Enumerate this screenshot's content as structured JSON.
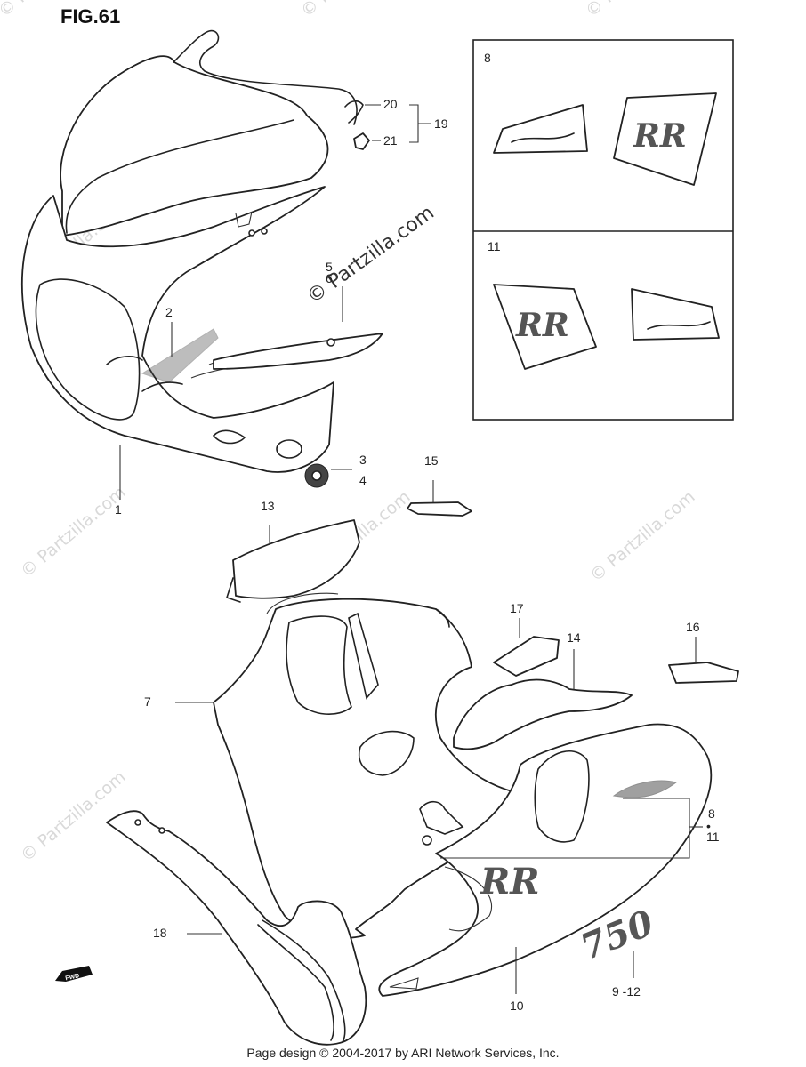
{
  "figure_title": "FIG.61",
  "watermark_text": "© Partzilla.com",
  "inset_labels": {
    "top": "8",
    "bottom": "11"
  },
  "callouts": {
    "p1": "1",
    "p2": "2",
    "p3": "3",
    "p4": "4",
    "p5_6": "5\n6",
    "p7": "7",
    "p8_11": "8\n11",
    "p9_12": "9 -12",
    "p10": "10",
    "p13": "13",
    "p14": "14",
    "p15": "15",
    "p16": "16",
    "p17": "17",
    "p18": "18",
    "p19": "19",
    "p20": "20",
    "p21": "21"
  },
  "decal_text": {
    "model": "750",
    "logo": "RR"
  },
  "fwd_label": "FWD",
  "footer": "Page design © 2004-2017 by ARI Network Services, Inc.",
  "colors": {
    "line": "#222222",
    "watermark": "#d9d9d9",
    "background": "#ffffff"
  }
}
